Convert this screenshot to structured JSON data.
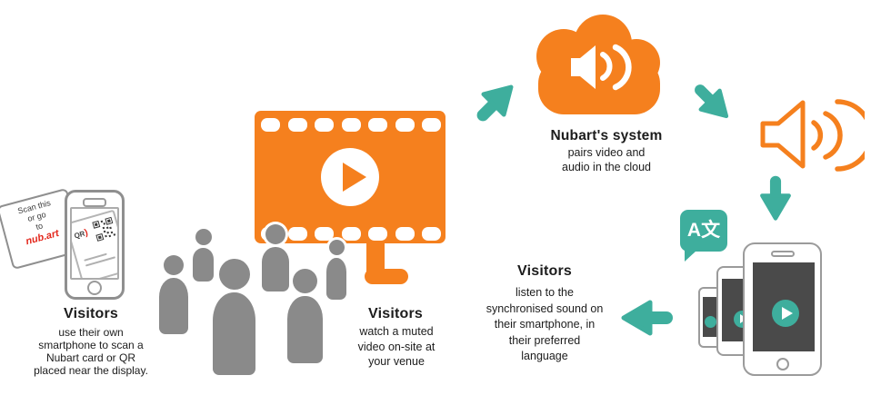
{
  "colors": {
    "orange": "#F5801E",
    "teal": "#3EAE9D",
    "gray": "#8A8A8A",
    "dark_screen": "#4A4A4A",
    "red": "#E3271C",
    "text": "#1C1C1C"
  },
  "scan_step": {
    "title": "Visitors",
    "body": "use their own\nsmartphone to scan a\nNubart card or QR\nplaced near the display.",
    "card": {
      "line1": "Scan this",
      "line2": "or go",
      "line3": "to",
      "brand": "nub.art"
    },
    "screen_card": {
      "logo": "QR",
      "logo_mark": ")"
    }
  },
  "watch_step": {
    "title": "Visitors",
    "body": "watch a muted\nvideo on-site at\nyour venue"
  },
  "system_step": {
    "title": "Nubart's system",
    "body": "pairs video and\naudio in the cloud"
  },
  "listen_step": {
    "title": "Visitors",
    "body": "listen to the\nsynchronised sound on\ntheir smartphone, in\ntheir preferred\nlanguage",
    "translate_label": "A文"
  }
}
